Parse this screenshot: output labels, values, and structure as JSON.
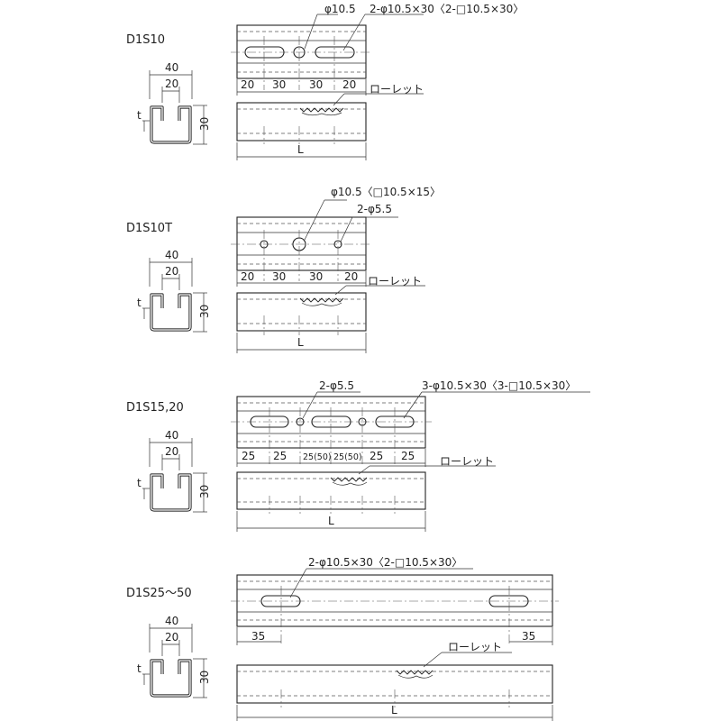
{
  "labels": {
    "common": {
      "width": "40",
      "inner_width": "20",
      "height": "30",
      "thickness": "t",
      "length": "L",
      "knurl": "ローレット"
    },
    "d1s10": {
      "model": "D1S10",
      "hole": "φ10.5",
      "slots": "2-φ10.5×30〈2-□10.5×30〉",
      "dims": [
        "20",
        "30",
        "30",
        "20"
      ]
    },
    "d1s10t": {
      "model": "D1S10T",
      "hole": "φ10.5〈□10.5×15〉",
      "small_holes": "2-φ5.5",
      "dims": [
        "20",
        "30",
        "30",
        "20"
      ]
    },
    "d1s15": {
      "model": "D1S15,20",
      "small_holes": "2-φ5.5",
      "slots": "3-φ10.5×30〈3-□10.5×30〉",
      "dims": [
        "25",
        "25",
        "25(50)",
        "25(50)",
        "25",
        "25"
      ]
    },
    "d1s25": {
      "model": "D1S25〜50",
      "slots": "2-φ10.5×30〈2-□10.5×30〉",
      "dims": [
        "35",
        "35"
      ]
    }
  }
}
